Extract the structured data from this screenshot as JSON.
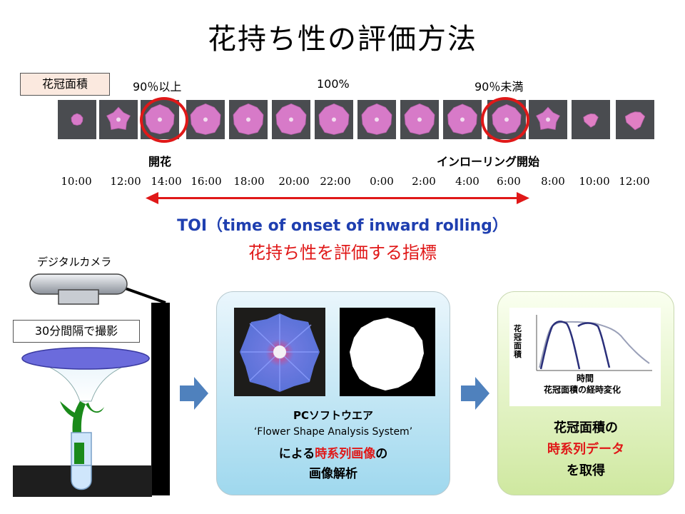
{
  "title": "花持ち性の評価方法",
  "timeline": {
    "area_label": "花冠面積",
    "pct_high": "90％以上",
    "pct_full": "100%",
    "pct_low": "90％未満",
    "event_open": "開花",
    "event_rolling": "インローリング開始",
    "times": [
      "10:00",
      "12:00",
      "14:00",
      "16:00",
      "18:00",
      "20:00",
      "22:00",
      "0:00",
      "2:00",
      "4:00",
      "6:00",
      "8:00",
      "10:00",
      "12:00"
    ]
  },
  "toi": {
    "text": "TOI（time of onset of inward rolling）",
    "subtitle": "花持ち性を評価する指標"
  },
  "setup": {
    "camera_label": "デジタルカメラ",
    "interval_label": "30分間隔で撮影"
  },
  "analysis": {
    "line1": "PCソフトウエア",
    "line2": "‘Flower Shape Analysis System’",
    "line3_pre": "による",
    "line3_red": "時系列画像",
    "line3_post": "の",
    "line4": "画像解析"
  },
  "result": {
    "chart_ylabel": "花冠面積",
    "chart_xlabel": "時間",
    "chart_caption": "花冠面積の経時変化",
    "line1": "花冠面積の",
    "line2": "時系列データ",
    "line3": "を取得"
  },
  "colors": {
    "accent_red": "#e01818",
    "toi_blue": "#1f3fb0",
    "flower_pink": "#d77ac8",
    "stem_green": "#1a8a1a"
  }
}
